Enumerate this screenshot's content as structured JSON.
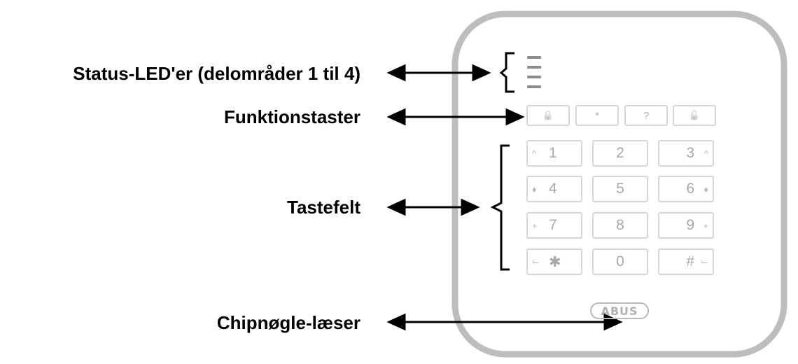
{
  "labels": {
    "status_leds": "Status-LED'er (delområder 1 til 4)",
    "function_keys": "Funktionstaster",
    "keypad": "Tastefelt",
    "chip_reader": "Chipnøgle-læser"
  },
  "function_keys": [
    {
      "icon": "lock-closed-icon",
      "glyph": "🔒"
    },
    {
      "icon": "asterisk-icon",
      "glyph": "*"
    },
    {
      "icon": "question-icon",
      "glyph": "?"
    },
    {
      "icon": "lock-open-icon",
      "glyph": "🔓"
    }
  ],
  "keypad": [
    {
      "left": "^",
      "num": "1",
      "right": ""
    },
    {
      "left": "",
      "num": "2",
      "right": ""
    },
    {
      "left": "",
      "num": "3",
      "right": "^"
    },
    {
      "left": "♦",
      "num": "4",
      "right": ""
    },
    {
      "left": "",
      "num": "5",
      "right": ""
    },
    {
      "left": "",
      "num": "6",
      "right": "♦"
    },
    {
      "left": "+",
      "num": "7",
      "right": ""
    },
    {
      "left": "",
      "num": "8",
      "right": ""
    },
    {
      "left": "",
      "num": "9",
      "right": "+"
    },
    {
      "left": "⌙",
      "num": "✱",
      "right": ""
    },
    {
      "left": "",
      "num": "0",
      "right": ""
    },
    {
      "left": "",
      "num": "#",
      "right": "⌙"
    }
  ],
  "brand": "ABUS"
}
